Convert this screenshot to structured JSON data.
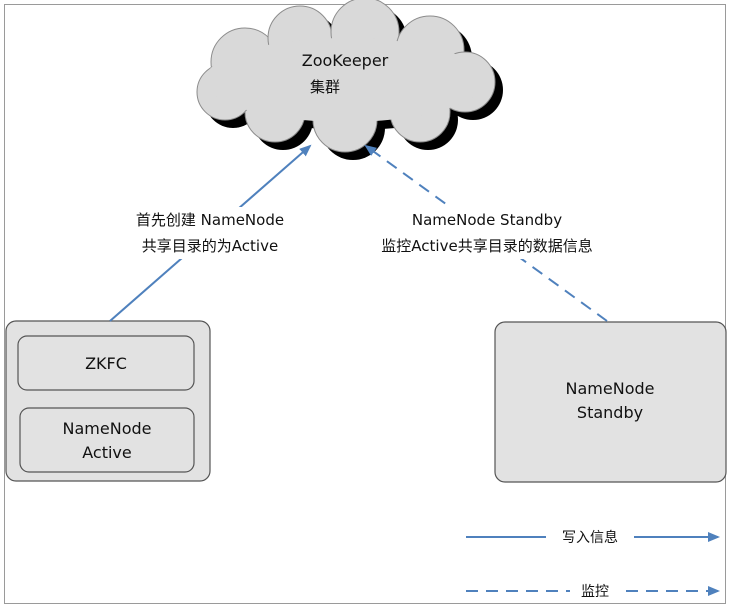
{
  "cluster": {
    "line1": "ZooKeeper",
    "line2": "集群"
  },
  "left_arrow_label": {
    "line1": "首先创建 NameNode",
    "line2": "共享目录的为Active"
  },
  "right_arrow_label": {
    "line1": "NameNode Standby",
    "line2": "监控Active共享目录的数据信息"
  },
  "active_host": {
    "zkfc_label": "ZKFC",
    "namenode_line1": "NameNode",
    "namenode_line2": "Active"
  },
  "standby_host": {
    "line1": "NameNode",
    "line2": "Standby"
  },
  "legend": {
    "write_label": "写入信息",
    "monitor_label": "监控"
  },
  "colors": {
    "arrow": "#4f81bd",
    "cloud_fill": "#d9d9d9",
    "box_fill": "#e2e2e2",
    "shadow": "#000000"
  }
}
